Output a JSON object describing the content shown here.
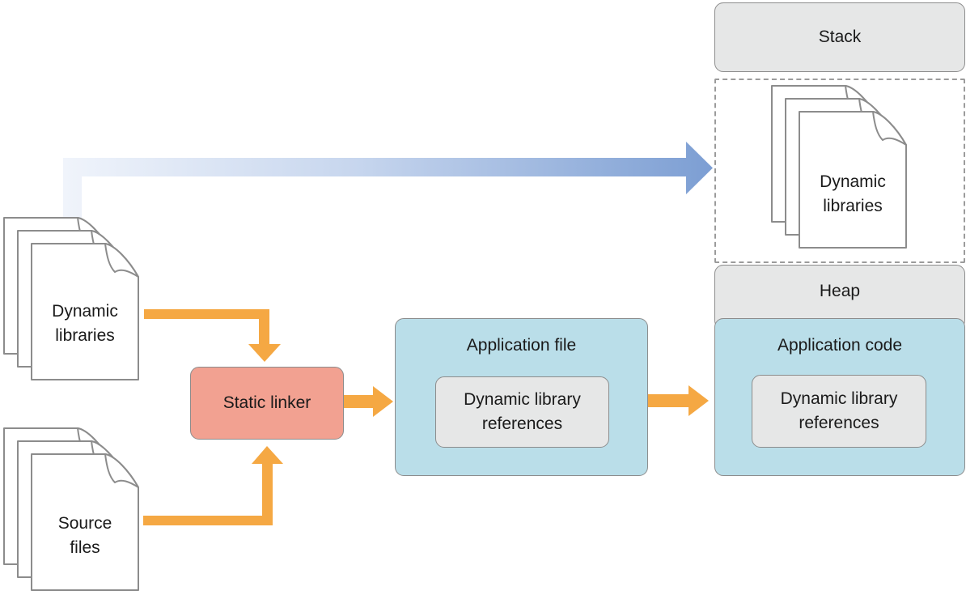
{
  "diagram_type": "static-linking-memory-layout",
  "colors": {
    "orange_arrow": "#F5A843",
    "blue_arrow_gradient_start": "#F0F4FB",
    "blue_arrow_gradient_end": "#7C9ED3",
    "salmon_box": "#F2A191",
    "blue_box": "#BADEE9",
    "gray_box": "#E6E7E7",
    "border_gray": "#8C8C8C",
    "document_outline": "#8C8C8C"
  },
  "memory_region": {
    "stack_label": "Stack",
    "stack_contents_label": "Dynamic\nlibraries",
    "heap_label": "Heap",
    "application_code": {
      "label": "Application code",
      "references_label": "Dynamic library\nreferences"
    }
  },
  "build_flow": {
    "dynamic_libraries_label": "Dynamic\nlibraries",
    "source_files_label": "Source\nfiles",
    "static_linker_label": "Static linker",
    "application_file": {
      "label": "Application file",
      "references_label": "Dynamic library\nreferences"
    }
  }
}
